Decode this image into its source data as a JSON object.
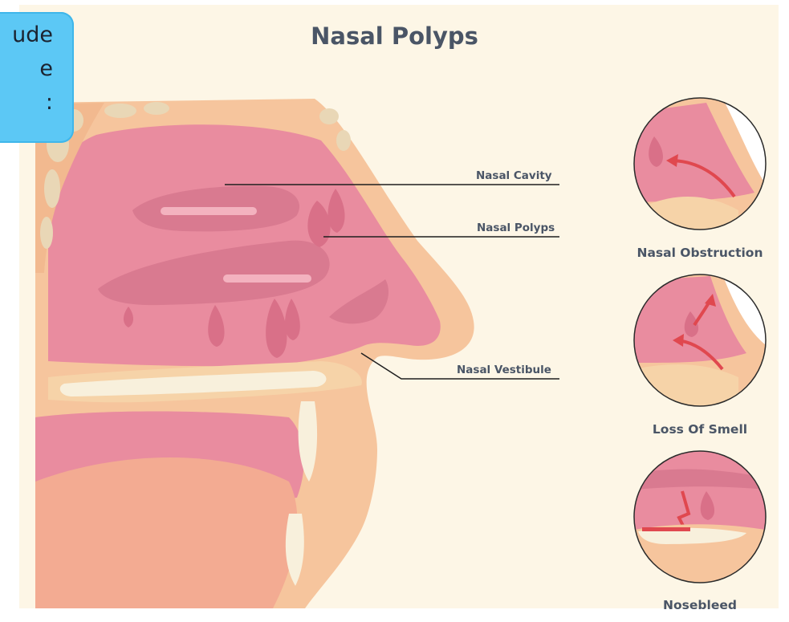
{
  "title": "Nasal Polyps",
  "labels": {
    "cavity": "Nasal Cavity",
    "polyps": "Nasal Polyps",
    "vestibule": "Nasal Vestibule"
  },
  "symptoms": [
    {
      "label": "Nasal Obstruction"
    },
    {
      "label": "Loss Of Smell"
    },
    {
      "label": "Nosebleed"
    }
  ],
  "callout": {
    "lines": "ude\ne\n:"
  },
  "colors": {
    "background": "#fdf6e6",
    "cavity_pink": "#e98c9f",
    "skin": "#f6c59d",
    "polyp": "#d97088",
    "bone": "#e9d7b6",
    "arrow": "#e0484f"
  }
}
